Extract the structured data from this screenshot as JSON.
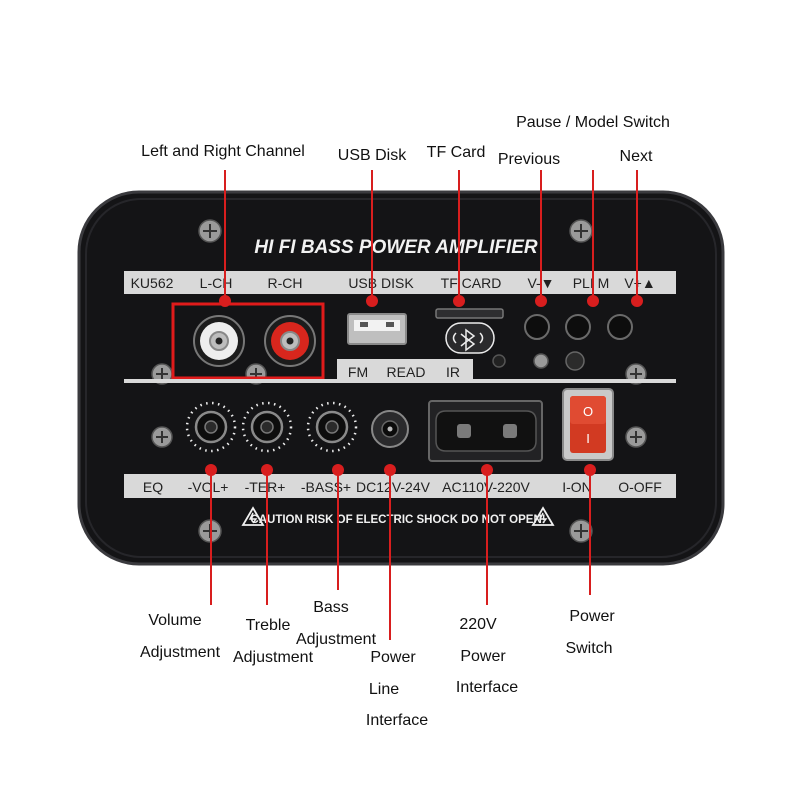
{
  "panel": {
    "title": "HI FI BASS POWER AMPLIFIER",
    "model": "KU562",
    "top_labels": {
      "left_channel": "L-CH",
      "right_channel": "R-CH",
      "usb": "USB DISK",
      "tf": "TF CARD",
      "prev": "V-▼",
      "plm": "PLI M",
      "next": "V+▲"
    },
    "mode_labels": {
      "fm": "FM",
      "read": "READ",
      "ir": "IR"
    },
    "bottom_labels": {
      "eq": "EQ",
      "vol": "-VOL+",
      "ter": "-TER+",
      "bass": "-BASS+",
      "dc": "DC12V-24V",
      "ac": "AC110V-220V",
      "on": "I-ON",
      "off": "O-OFF"
    },
    "switch_on_mark": "I",
    "switch_off_mark": "O",
    "caution": "CAUTION RISK OF ELECTRIC SHOCK DO NOT OPEN!"
  },
  "callouts": {
    "left_right_channel": "Left and Right Channel",
    "usb_disk": "USB Disk",
    "tf_card": "TF Card",
    "previous": "Previous",
    "pause_model_switch": "Pause / Model Switch",
    "next": "Next",
    "volume": [
      "Volume",
      "Adjustment"
    ],
    "treble": [
      "Treble",
      "Adjustment"
    ],
    "bass": [
      "Bass",
      "Adjustment"
    ],
    "power_line": [
      "Power",
      "Line",
      "Interface"
    ],
    "power_220v": [
      "220V",
      "Power",
      "Interface"
    ],
    "power_switch": [
      "Power",
      "Switch"
    ]
  },
  "colors": {
    "panel": "#141416",
    "panel_edge": "#2a2a2e",
    "label_strip": "#d9d9d9",
    "callout_line": "#d81e1e",
    "highlight_box": "#e01b1b",
    "rca_white": "#eeeeee",
    "rca_red": "#d8261d"
  }
}
